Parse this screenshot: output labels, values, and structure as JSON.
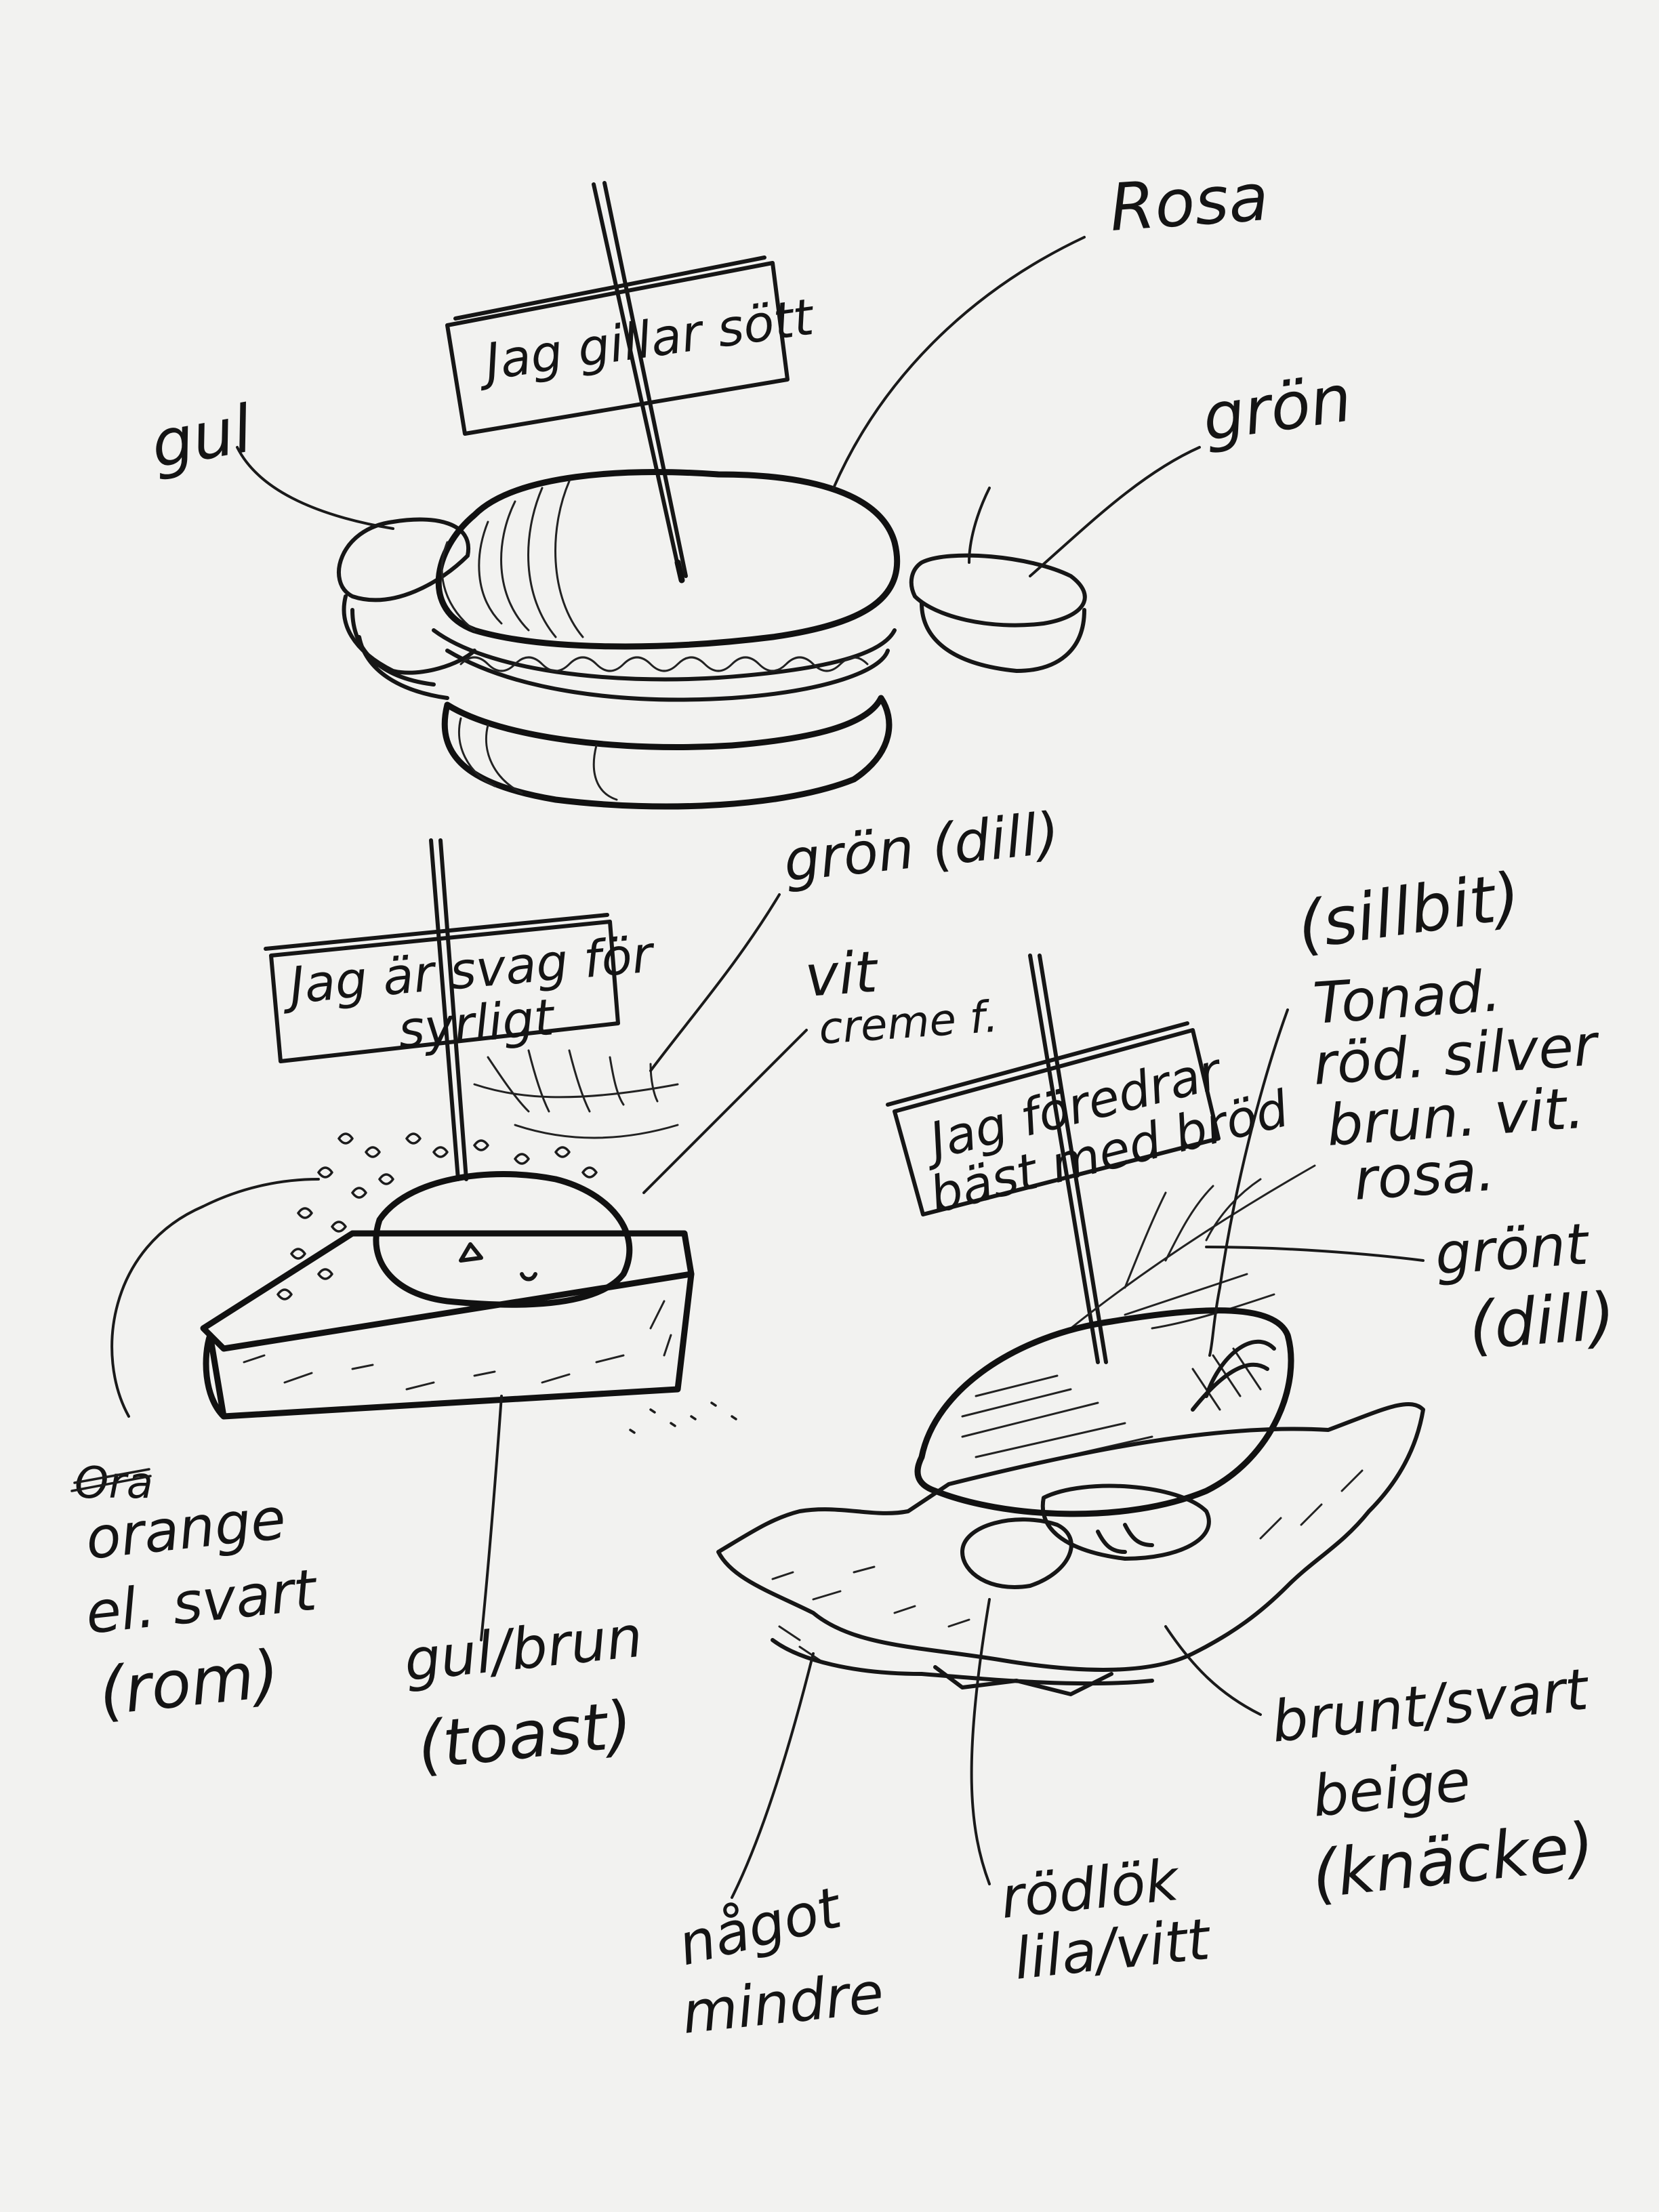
{
  "ink_color": "#161616",
  "paper_color": "#f2f2f0",
  "macaron": {
    "flag": "Jag gillar sött",
    "labels": {
      "rosa": "Rosa",
      "gul": "gul",
      "gron": "grön"
    }
  },
  "toast": {
    "flag_line1": "Jag är svag för",
    "flag_line2": "syrligt",
    "labels": {
      "gron_dill": "grön (dill)",
      "vit_line1": "vit",
      "vit_line2": "creme f.",
      "orange_crossed": "Ora",
      "orange_line1": "orange",
      "orange_line2": "el. svart",
      "orange_line3": "(rom)",
      "gul_brun_line1": "gul/brun",
      "gul_brun_line2": "(toast)"
    }
  },
  "herring": {
    "flag_line1": "Jag föredrar",
    "flag_line2": "bäst med bröd",
    "labels": {
      "sillbit": "(sillbit)",
      "tonad_line1": "Tonad.",
      "tonad_line2": "röd. silver",
      "tonad_line3": "brun. vit.",
      "tonad_line4": "rosa.",
      "gront_line1": "grönt",
      "gront_line2": "(dill)",
      "brunt_line1": "brunt/svart",
      "brunt_line2": "beige",
      "brunt_line3": "(knäcke)",
      "rodlok_line1": "rödlök",
      "rodlok_line2": "lila/vitt",
      "nagot_line1": "något",
      "nagot_line2": "mindre"
    }
  }
}
